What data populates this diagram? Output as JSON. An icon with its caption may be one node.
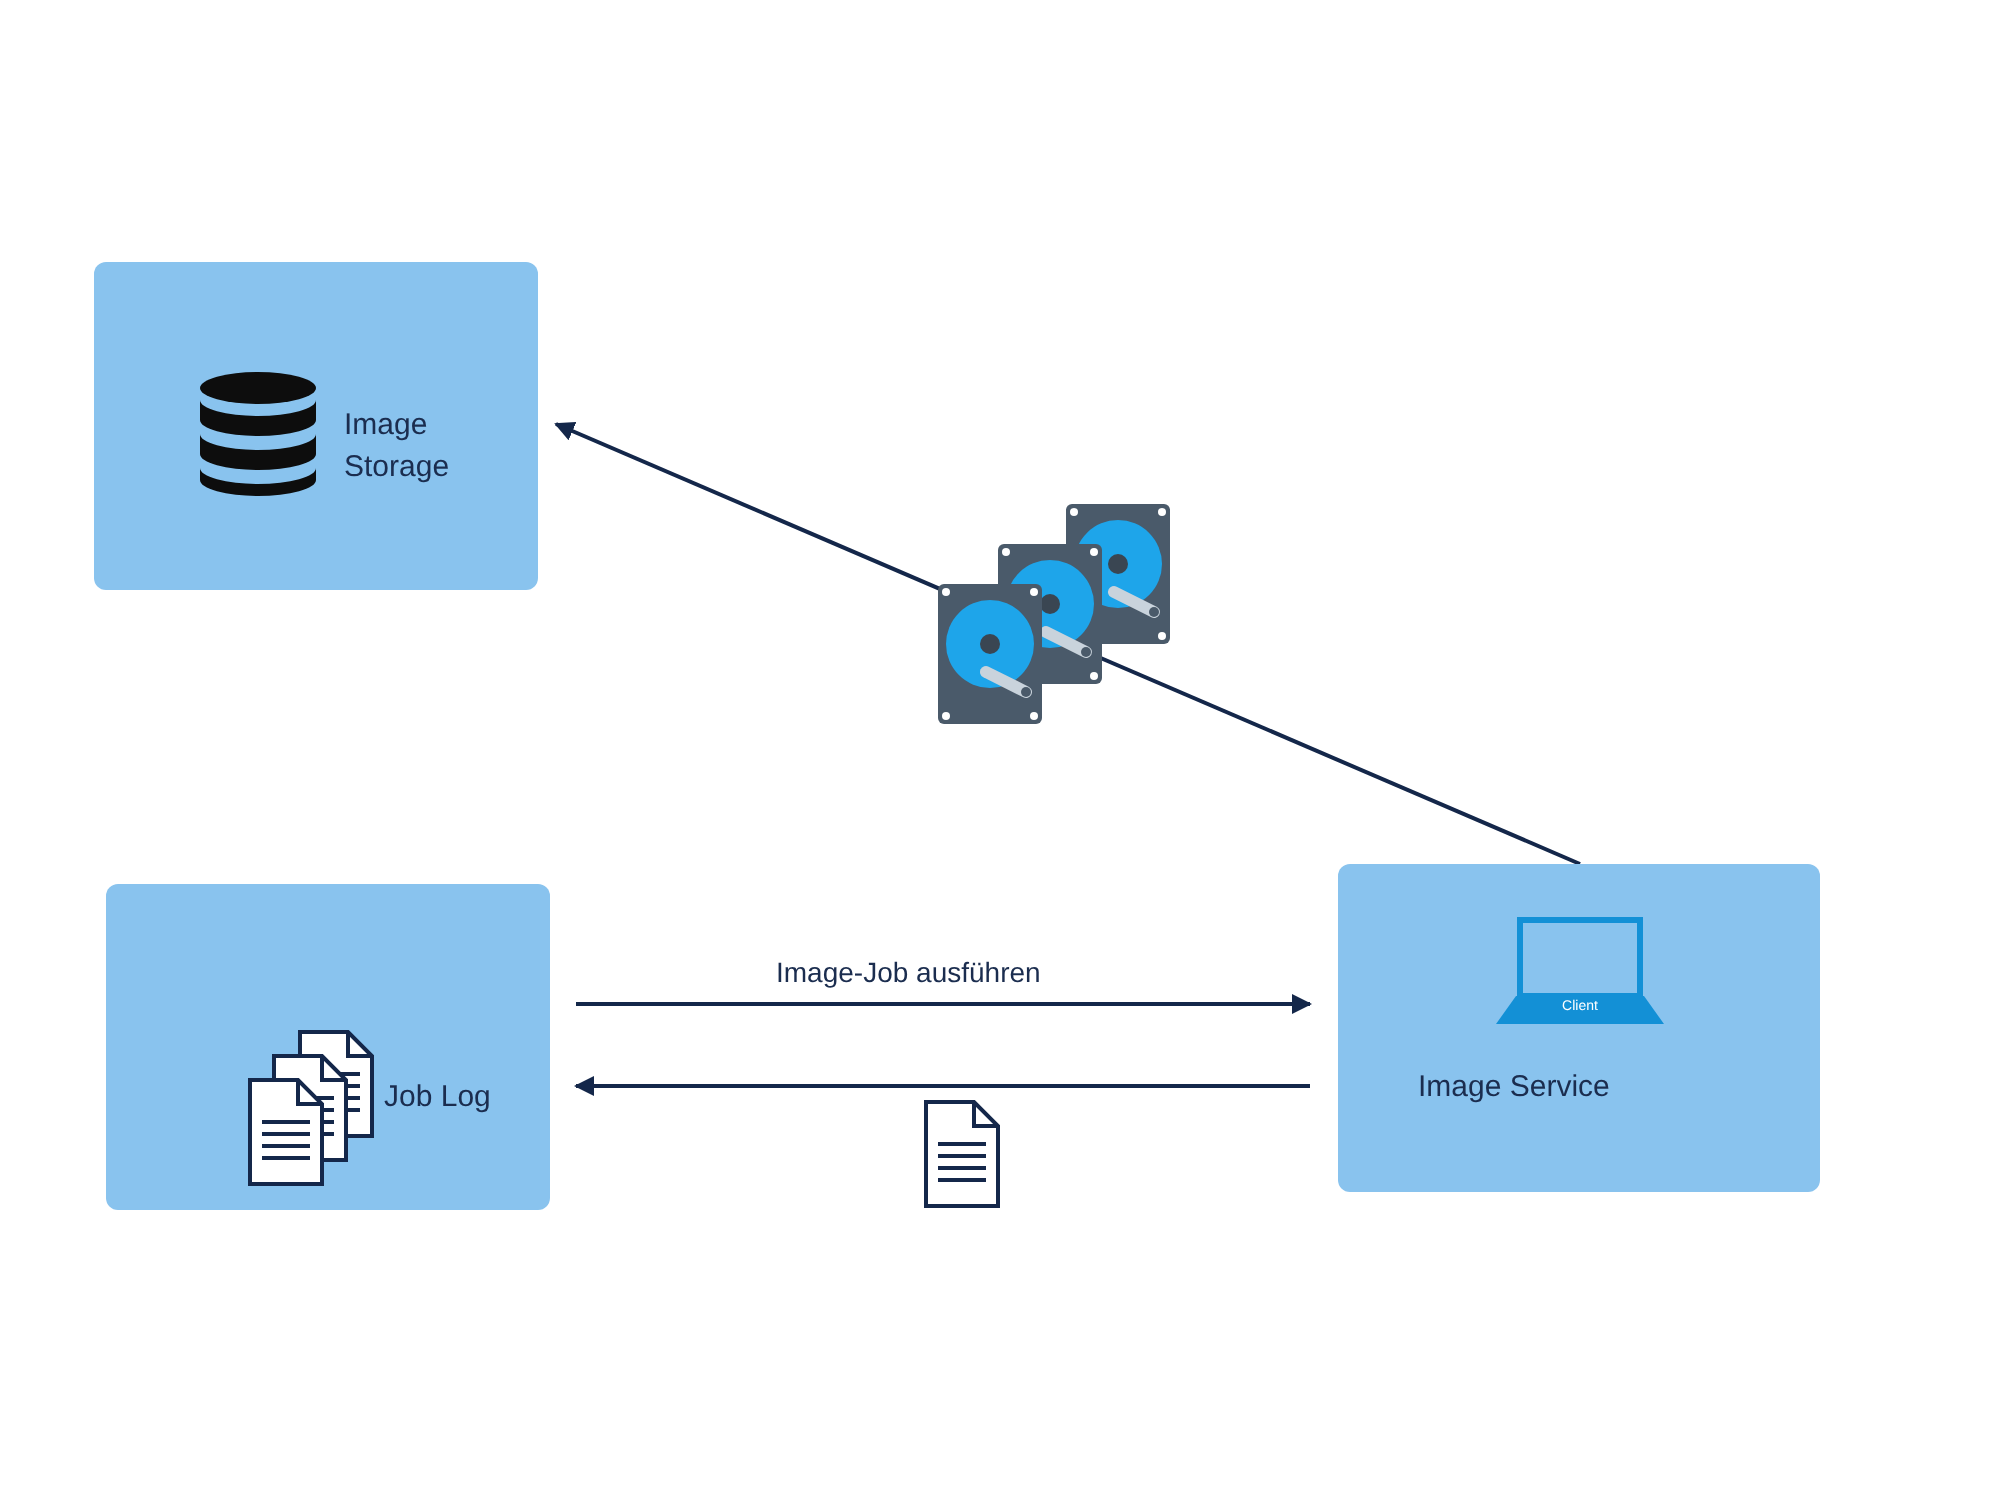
{
  "diagram": {
    "nodes": [
      {
        "text": [
          "Image Storage"
        ]
      },
      {
        "text": [
          "Job Log"
        ]
      },
      {
        "text": [
          "Image Service"
        ]
      }
    ],
    "edges": [
      {
        "from": 2,
        "to": 0,
        "arrow": "to"
      },
      {
        "from": 1,
        "to": 2,
        "arrow": "to",
        "label": "Image-Job ausführen"
      },
      {
        "from": 2,
        "to": 1,
        "arrow": "to"
      }
    ],
    "labels": [
      "Client"
    ]
  }
}
